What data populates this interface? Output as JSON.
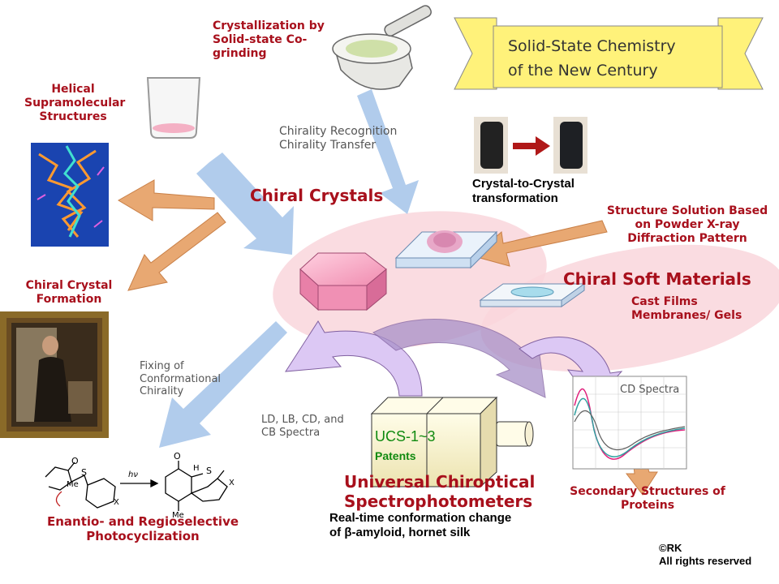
{
  "banner": {
    "line1": "Solid-State Chemistry",
    "line2": "of the New Century"
  },
  "labels": {
    "crystallization": "Crystallization by\nSolid-state Co-\ngrinding",
    "helical": "Helical\nSupramolecular\nStructures",
    "chiral_crystal_formation": "Chiral Crystal\nFormation",
    "chirality_recognition": "Chirality Recognition\nChirality Transfer",
    "chiral_crystals": "Chiral Crystals",
    "crystal_to_crystal": "Crystal-to-Crystal\n transformation",
    "structure_solution": "Structure Solution Based\non Powder X-ray\nDiffraction Pattern",
    "chiral_soft_materials": "Chiral Soft Materials",
    "cast_films": "Cast Films\nMembranes/ Gels",
    "fixing": "Fixing of\nConformational\nChirality",
    "ld_lb": "LD, LB, CD, and\nCB Spectra",
    "ucs": "UCS-1~3",
    "patents": "Patents",
    "universal": "Universal Chiroptical\nSpectrophotometers",
    "realtime": "Real-time conformation change\nof β-amyloid, hornet silk",
    "cd_spectra": "CD Spectra",
    "secondary": "Secondary Structures of\nProteins",
    "enantio": "Enantio- and Regioselective\nPhotocyclization",
    "copyright": "©RK\nAll rights reserved"
  },
  "scheme": {
    "hv": "hν",
    "s_left": "S",
    "me_left": "Me",
    "x_left": "X",
    "o_left": "O",
    "o_right": "O",
    "h_right": "H",
    "s_right": "S",
    "me_right": "Me",
    "x_right": "X"
  },
  "colors": {
    "label_maroon": "#a8101c",
    "banner_fill": "#fff27a",
    "ellipse_pink": "#f8d4da",
    "arrow_blue": "#a9c7ea",
    "arrow_orange": "#e8a872",
    "arrow_lavender": "#d8c4f0"
  }
}
